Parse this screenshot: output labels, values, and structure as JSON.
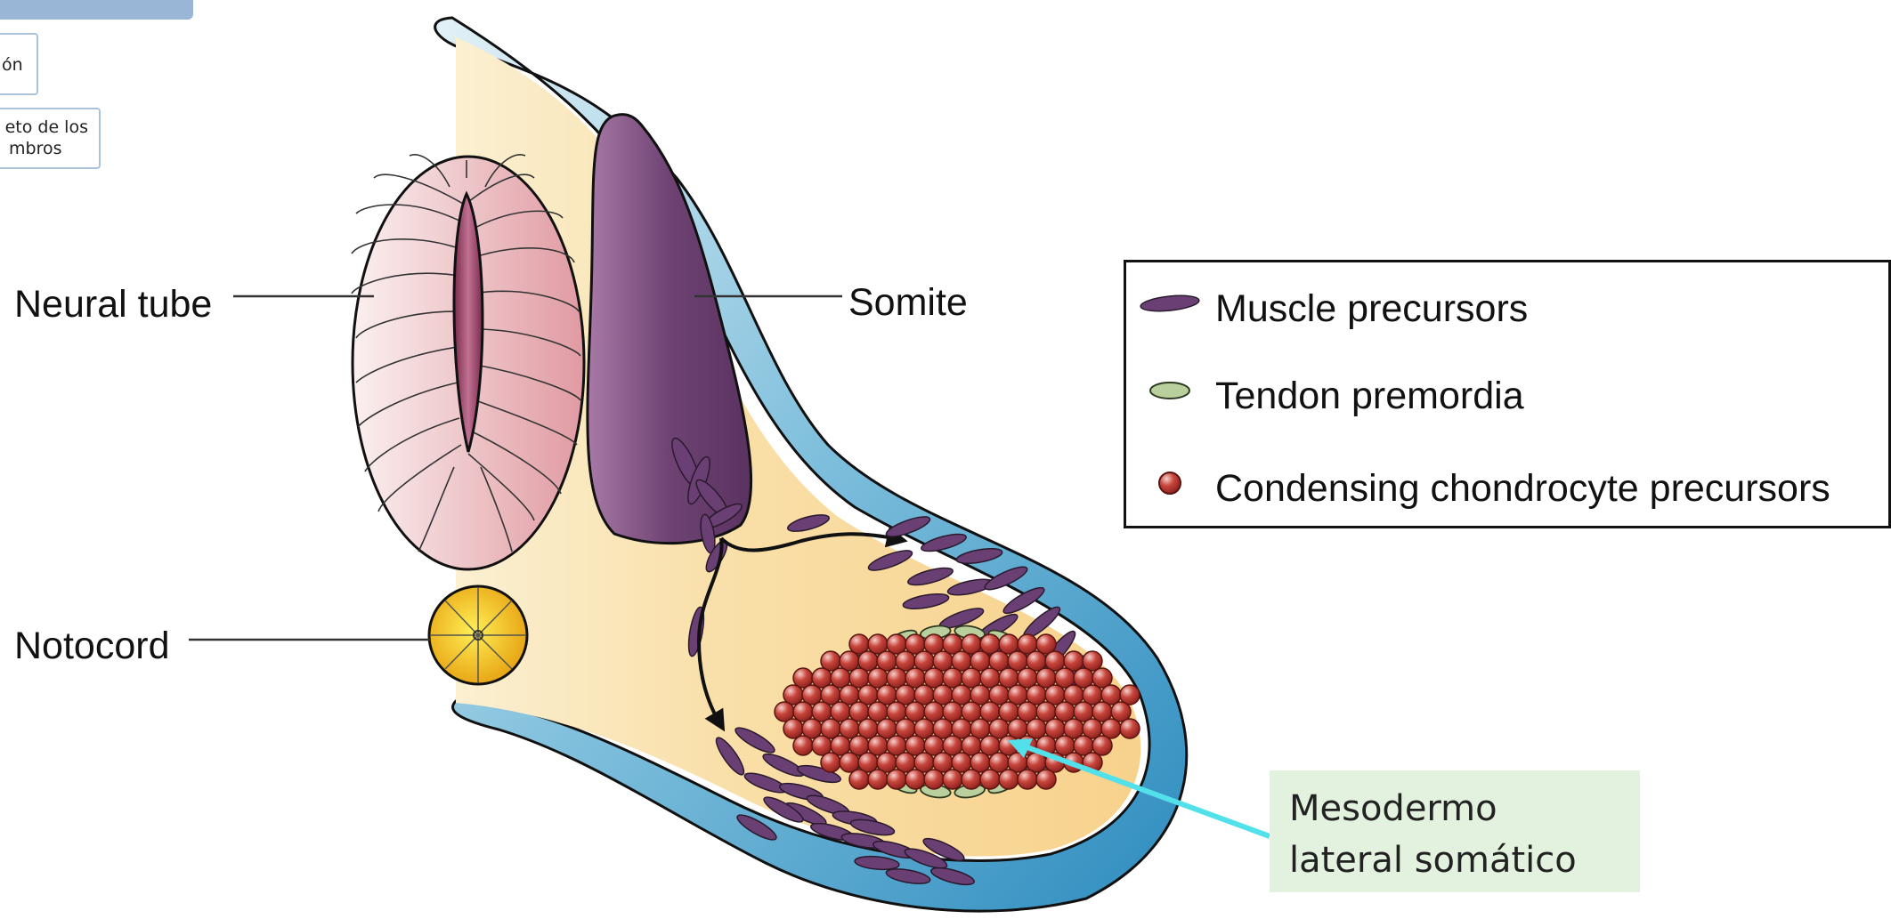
{
  "nav": {
    "item1": "ón",
    "item2_line1": "eto de los",
    "item2_line2": "mbros"
  },
  "labels": {
    "neural_tube": "Neural tube",
    "somite": "Somite",
    "notocord": "Notocord"
  },
  "legend": {
    "muscle": "Muscle precursors",
    "tendon": "Tendon premordia",
    "chondro": "Condensing chondrocyte precursors"
  },
  "callout": {
    "line1": "Mesodermo",
    "line2": "lateral somático"
  },
  "colors": {
    "muscle": "#6a3f73",
    "tendon": "#b9cf9c",
    "chondro": "#b8322b",
    "mesenchyme": "#f8d89a",
    "ectoderm": "#4a9ec8",
    "neural_tube": "#e5aab0",
    "notochord": "#f2c21a",
    "callout_arrow": "#52e0ea",
    "callout_bg": "#e3f2de"
  }
}
